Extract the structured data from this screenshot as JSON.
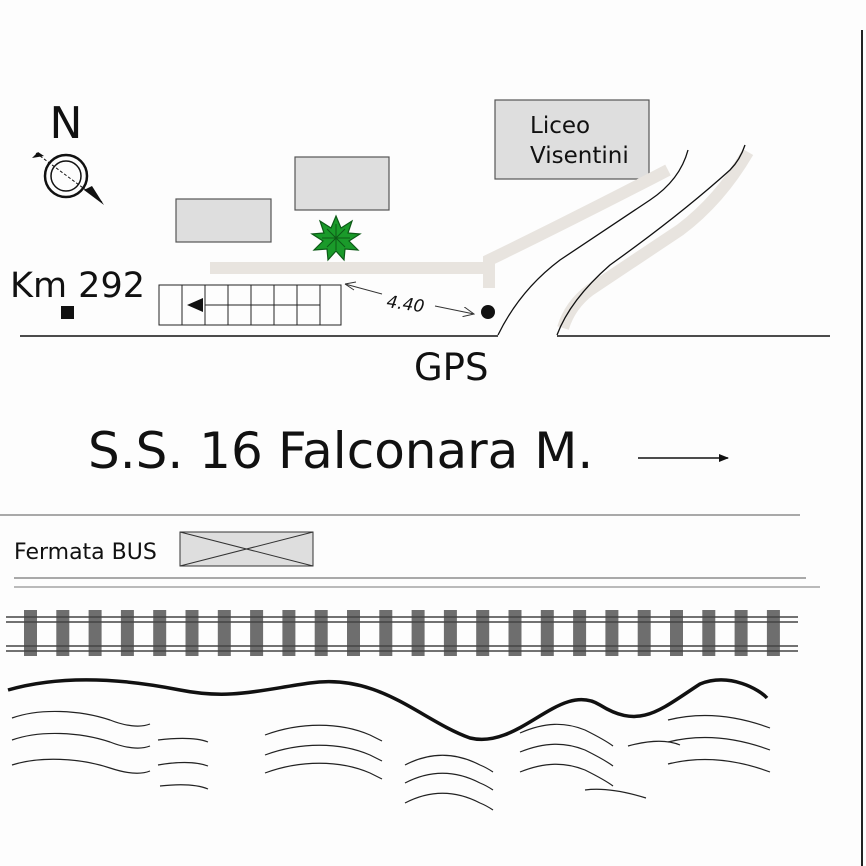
{
  "labels": {
    "north": "N",
    "km_marker": "Km 292",
    "school_line1": "Liceo",
    "school_line2": "Visentini",
    "distance": "4.40",
    "gps": "GPS",
    "road": "S.S. 16",
    "destination": "Falconara M.",
    "bus_stop": "Fermata BUS"
  },
  "colors": {
    "line": "#111111",
    "building_fill": "#dedede",
    "building_stroke": "#555555",
    "path": "#e8e4df",
    "tree": "#1a9a2a",
    "tree_dark": "#0d5a17",
    "rail": "#6e6e6e"
  }
}
